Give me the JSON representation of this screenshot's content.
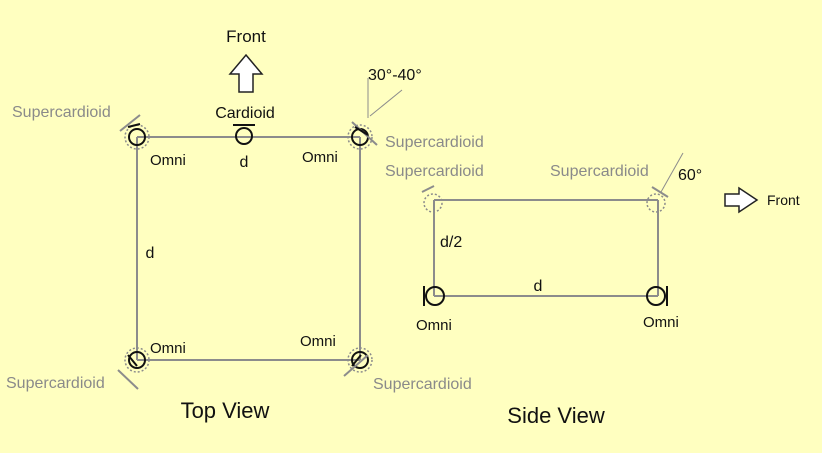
{
  "top_view": {
    "title": "Top View",
    "front_label": "Front",
    "angle_label": "30°-40°",
    "center_mic_label": "Cardioid",
    "width_label": "d",
    "depth_label": "d",
    "corner_labels": {
      "top_left_super": "Supercardioid",
      "top_left_omni": "Omni",
      "top_right_super": "Supercardioid",
      "top_right_omni": "Omni",
      "bottom_left_super": "Supercardioid",
      "bottom_left_omni": "Omni",
      "bottom_right_super": "Supercardioid",
      "bottom_right_omni": "Omni"
    }
  },
  "side_view": {
    "title": "Side View",
    "front_label": "Front",
    "angle_label": "60°",
    "height_label": "d/2",
    "width_label": "d",
    "labels": {
      "top_left_super": "Supercardioid",
      "top_right_super": "Supercardioid",
      "bottom_left_omni": "Omni",
      "bottom_right_omni": "Omni"
    }
  },
  "colors": {
    "background": "#ffffc0",
    "primary_text": "#111111",
    "secondary_text": "#8a8a8a"
  }
}
